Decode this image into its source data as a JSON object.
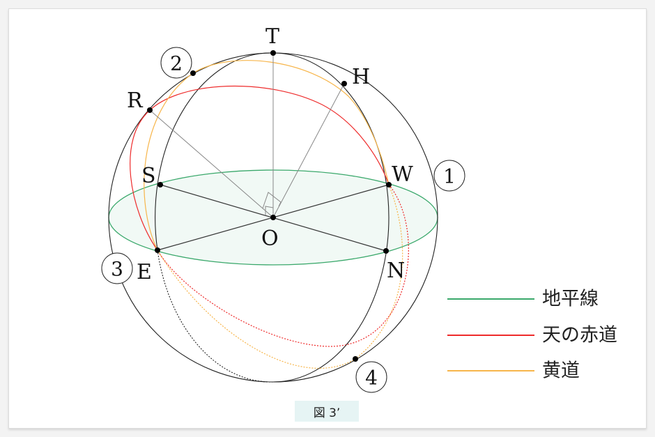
{
  "labels": {
    "T": "T",
    "H": "H",
    "R": "R",
    "S": "S",
    "W": "W",
    "E": "E",
    "N": "N",
    "O": "O"
  },
  "circled": [
    "1",
    "2",
    "3",
    "4"
  ],
  "legend": [
    {
      "label": "地平線",
      "color": "#3aa86b"
    },
    {
      "label": "天の赤道",
      "color": "#ee2b2b"
    },
    {
      "label": "黄道",
      "color": "#f7b54a"
    }
  ],
  "caption": "図 3’"
}
